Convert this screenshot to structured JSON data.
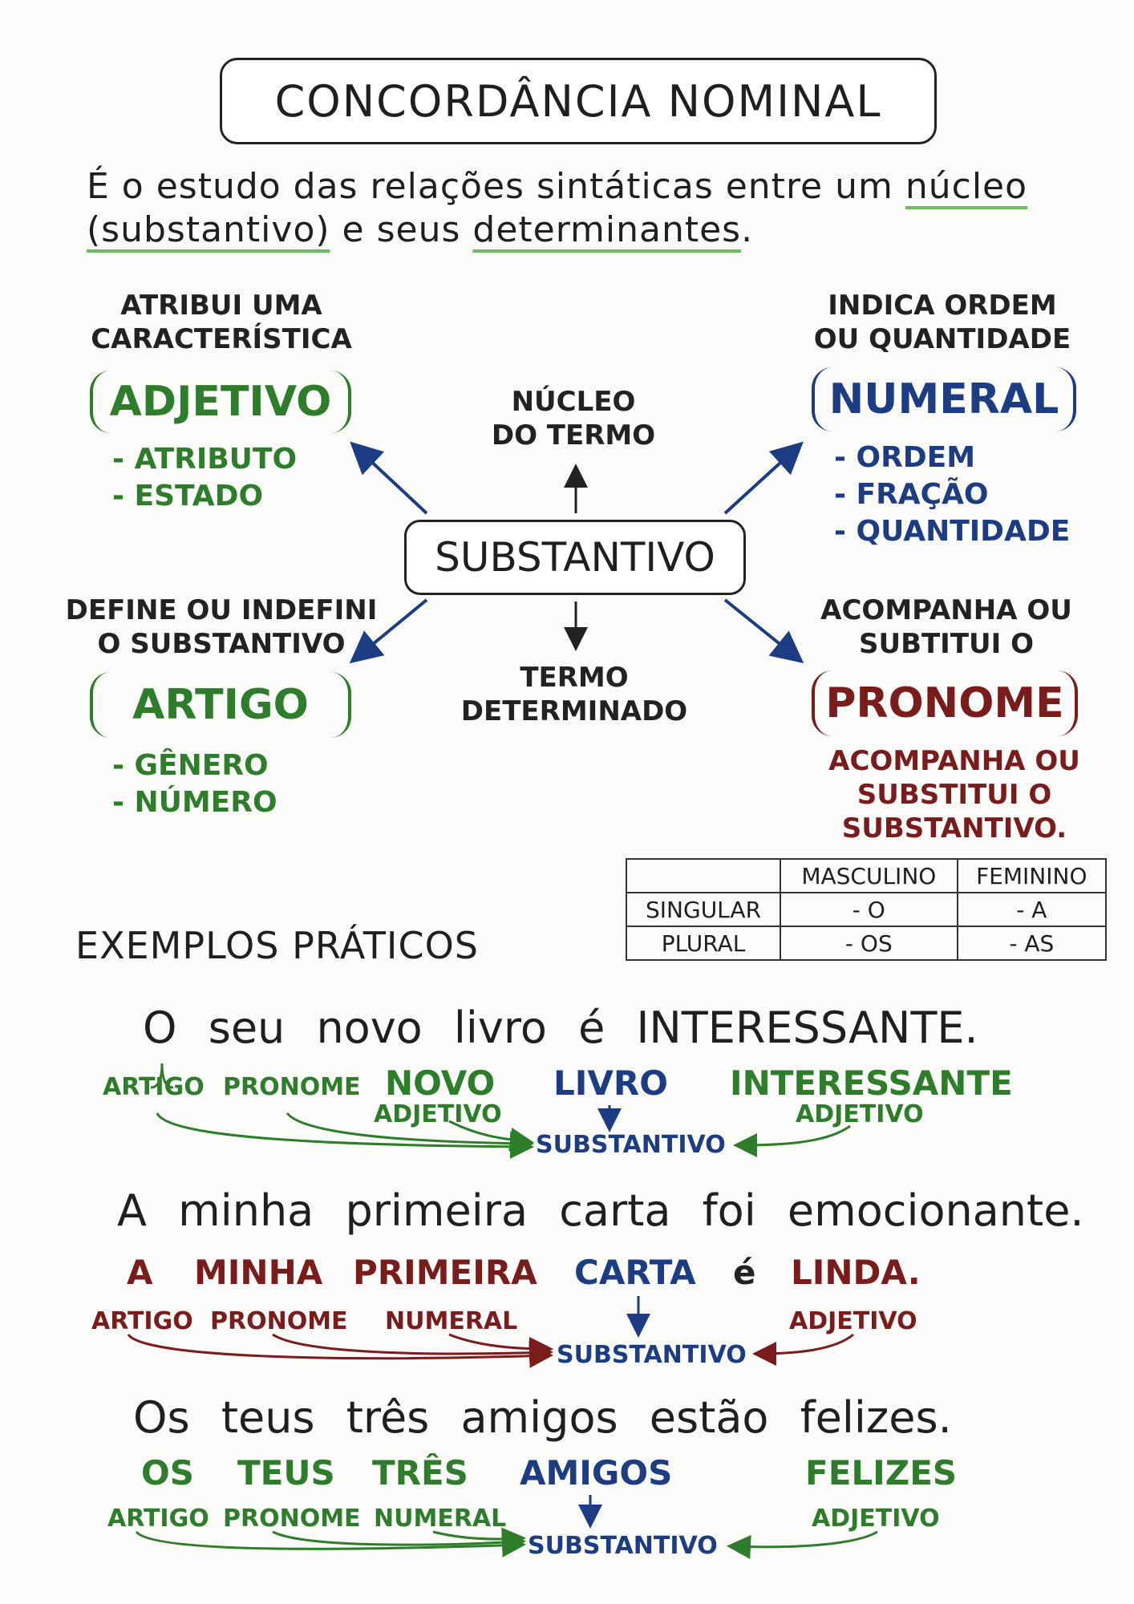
{
  "title": "CONCORDÂNCIA  NOMINAL",
  "definition": {
    "p1": "É o estudo das relações sintáticas entre um ",
    "w1": "núcleo",
    "w2": "(substantivo)",
    "p2": " e seus ",
    "w3": "determinantes",
    "p3": "."
  },
  "center": "SUBSTANTIVO",
  "nucleo": [
    "NÚCLEO",
    "DO TERMO"
  ],
  "termo": [
    "TERMO",
    "DETERMINADO"
  ],
  "adjetivo": {
    "caption": [
      "ATRIBUI UMA",
      "CARACTERÍSTICA"
    ],
    "name": "ADJETIVO",
    "items": [
      "- ATRIBUTO",
      "- ESTADO"
    ]
  },
  "numeral": {
    "caption": [
      "INDICA ORDEM",
      "OU QUANTIDADE"
    ],
    "name": "NUMERAL",
    "items": [
      "- ORDEM",
      "- FRAÇÃO",
      "- QUANTIDADE"
    ]
  },
  "artigo": {
    "caption": [
      "DEFINE OU INDEFINI",
      "O SUBSTANTIVO"
    ],
    "name": "ARTIGO",
    "items": [
      "- GÊNERO",
      "- NÚMERO"
    ]
  },
  "pronome": {
    "caption": [
      "ACOMPANHA OU",
      "SUBTITUI O"
    ],
    "name": "PRONOME",
    "items": [
      "ACOMPANHA OU",
      "SUBSTITUI O",
      "SUBSTANTIVO."
    ]
  },
  "table": {
    "headers": [
      "",
      "MASCULINO",
      "FEMININO"
    ],
    "rows": [
      [
        "SINGULAR",
        "- O",
        "- A"
      ],
      [
        "PLURAL",
        "- OS",
        "- AS"
      ]
    ]
  },
  "examples_title": "EXEMPLOS PRÁTICOS",
  "ex1": {
    "sentence": [
      "O",
      "seu",
      "novo",
      "livro",
      "é",
      "INTERESSANTE."
    ],
    "words": [
      "NOVO",
      "LIVRO",
      "INTERESSANTE"
    ],
    "labels": [
      "ARTIGO",
      "PRONOME",
      "ADJETIVO",
      "ADJETIVO",
      "SUBSTANTIVO"
    ]
  },
  "ex2": {
    "sentence": [
      "A",
      "minha",
      "primeira",
      "carta",
      "foi",
      "emocionante."
    ],
    "words": [
      "A",
      "MINHA",
      "PRIMEIRA",
      "CARTA",
      "é",
      "LINDA."
    ],
    "labels": [
      "ARTIGO",
      "PRONOME",
      "NUMERAL",
      "ADJETIVO",
      "SUBSTANTIVO"
    ]
  },
  "ex3": {
    "sentence": [
      "Os",
      "teus",
      "três",
      "amigos",
      "estão",
      "felizes."
    ],
    "words": [
      "OS",
      "TEUS",
      "TRÊS",
      "AMIGOS",
      "FELIZES"
    ],
    "labels": [
      "ARTIGO",
      "PRONOME",
      "NUMERAL",
      "ADJETIVO",
      "SUBSTANTIVO"
    ]
  },
  "colors": {
    "green": "#2e7d2a",
    "blue": "#1c3c84",
    "red": "#7a1c1c",
    "underline_green": "#6bbd5b"
  }
}
